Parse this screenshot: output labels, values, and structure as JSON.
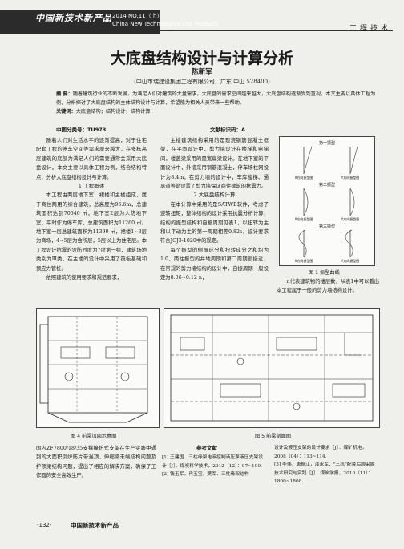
{
  "header": {
    "journal": "中国新技术新产品",
    "issue": "2014  NO.11（上）",
    "journal_en": "China New Technologies and Products",
    "section": "工程技术"
  },
  "article": {
    "title": "大底盘结构设计与计算分析",
    "author": "陈新军",
    "affiliation": "（中山市瑞建设集团工程有限公司，广东  中山  528400）",
    "abstract_label": "摘 要：",
    "abstract": "随着建筑行业的不断发展，为满足人们对建筑的大量需求，大底盘的需求空间越来越大，大底盘结构逐渐受到重视。本文主要以具体工程为例，分析探讨了大底盘结构的主体结构设计与计算，希望能为相关人员带来一些帮助。",
    "keywords_label": "关键词：",
    "keywords": "大底盘结构；结构设计；结构计算",
    "clc_label": "中图分类号：",
    "clc": "TU973",
    "doc_label": "文献标识码：",
    "doc_code": "A"
  },
  "col1": {
    "p1": "随着人们对生活水平的逐渐提高，对于住宅配套工程的停车空间等需求原来越大，在多栋高层建筑的底部为满足人们的需要通常会采用大底盘设计。本文主要以具体工程为例，结合结构特点，分析大底盘结构设计与计算。",
    "h1": "1 工程概述",
    "p2": "本工程由两层地下室、裙楼和主楼组成，属于商住两用的综合建筑，总高度为96.6m，总建筑面积达到70540 ㎡，地下室2层为人防地下室，平时作为停车库，总建筑面积为11260 ㎡。地下室一层总建筑面积为11390 ㎡，裙楼1~3层为商场，4~5层为会所层，5层以上为住宅层。本工程设计抗震的设防烈度为7度第一组，建筑场地类别为Ⅲ类，在主楼的设计中采用了筏板基础和预应力管桩。",
    "p3": "依照建筑的使用要求和规范要求，"
  },
  "col2": {
    "p1": "主楼建筑结构采用的是现浇钢筋混凝土框架，在平面设计中，剪力墙设计在楼梯和电梯间，楼盖梁采用的是宽扁梁设计。在地下室的平面设计中，外墙采用钢筋混凝土，停车场柱网设计为8.4m；在剪力墙的设计中，车库楼梯、通风道等处设置了剪力墙保证商住建筑的抗震力。",
    "h2": "2 大底盘结构计算",
    "p2": "在本计算中采用的是SATWE软件，考虑了逆转扭矩，整体结构的设计采用抗震分析计算，结构的振型结构和自振周期见表1，以扭转为主和以平动为主的第一周期相差0.82s，设计要求符合JGJ3-1020中的规定。",
    "p3": "每个振型的侧振成分和扭转成分之和均为1.0，两柱振型的并地周期和第二周期很接近，在常规的剪力墙结构的设计中，自振周期一般设定为0.06~0.12 n，"
  },
  "col3": {
    "p1": "n代表建筑物的楼层数，从表1中可以看出本工程属于一般的剪力墙结构设计。"
  },
  "figure1": {
    "caption": "图 1 振型曲线",
    "panel_labels": [
      "第一振型",
      "第二振型",
      "第三振型"
    ],
    "dir_labels": [
      "X方向振型图",
      "Y方向振型图",
      "X方向振型图",
      "Y方向振型图",
      "X方向振型图",
      "Y方向振型图"
    ]
  },
  "figure4": {
    "caption": "图 4 前梁加固示意图"
  },
  "figure5": {
    "caption": "图 5 前梁剖面图"
  },
  "col_bottom": {
    "p1": "国内ZF7800/18/35支撑掩护式支架在生产实践中遇到的大面积倒炉防片带漏顶、伸缩梁未端结构问题及护顶梁结构问题，提出了相应的解决方案，确保了工作面的安全高效生产。"
  },
  "references": {
    "title": "参考文献",
    "items": [
      "[1] 王建国．三柱缘架电液控制液压泵液压支架设计［J］．煤炭科学技术，2012（12）：97~100.",
      "[2] 钱玉军，冉玉宝，樊军．三柱缘架结构",
      "设计及液压支架的设计要求［J］．煤矿机电，2008（04）：113~114.",
      "[3] 李伟，唐振江，漆永军．\"三机\"配套后顺采掘技术研究与实践［J］．煤炭学报，2010（11）：1800~1808."
    ]
  },
  "footer": {
    "page": "-132-",
    "name": "中国新技术新产品"
  }
}
